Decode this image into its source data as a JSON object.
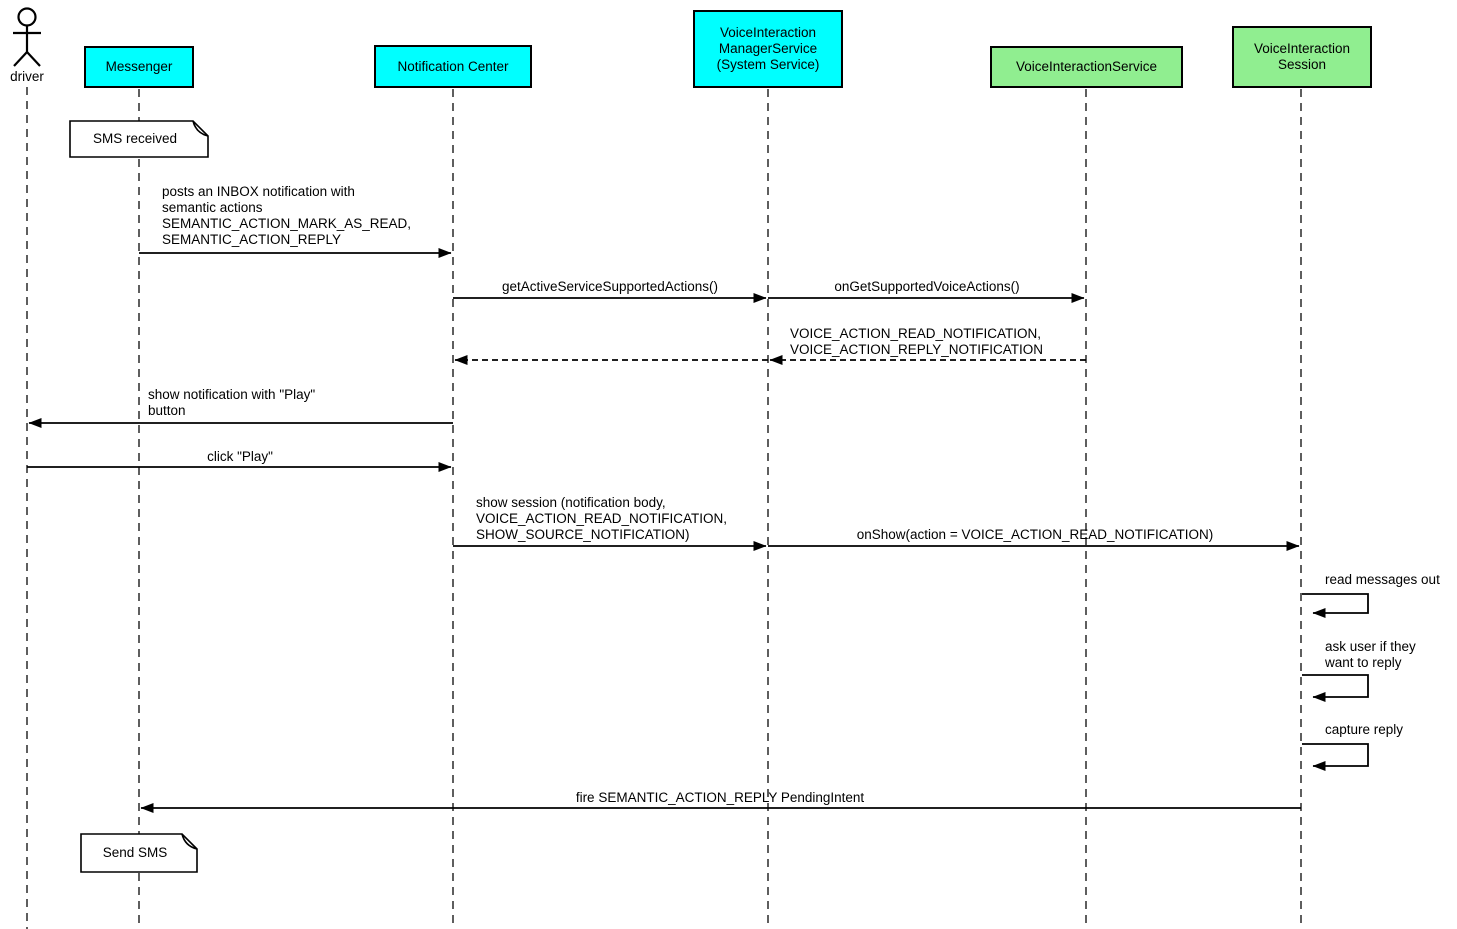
{
  "diagram": {
    "type": "uml-sequence-diagram",
    "colors": {
      "system_participant": "#00ffff",
      "service_participant": "#90ee90",
      "line": "#000000",
      "note_fill": "#ffffff"
    },
    "actor": {
      "label": "driver"
    },
    "participants": [
      {
        "id": "messenger",
        "label": "Messenger",
        "color": "#00ffff"
      },
      {
        "id": "notification-center",
        "label": "Notification Center",
        "color": "#00ffff"
      },
      {
        "id": "voice-interaction-manager-service",
        "label": "VoiceInteraction\nManagerService\n(System Service)",
        "color": "#00ffff"
      },
      {
        "id": "voice-interaction-service",
        "label": "VoiceInteractionService",
        "color": "#90ee90"
      },
      {
        "id": "voice-interaction-session",
        "label": "VoiceInteraction\nSession",
        "color": "#90ee90"
      }
    ],
    "notes": [
      {
        "attached_to": "Messenger",
        "text": "SMS received"
      },
      {
        "attached_to": "Messenger",
        "text": "Send SMS"
      }
    ],
    "messages": [
      {
        "from": "Messenger",
        "to": "Notification Center",
        "type": "solid",
        "label": "posts an INBOX notification with\nsemantic actions\nSEMANTIC_ACTION_MARK_AS_READ,\nSEMANTIC_ACTION_REPLY"
      },
      {
        "from": "Notification Center",
        "to": "VoiceInteractionManagerService",
        "type": "solid",
        "label": "getActiveServiceSupportedActions()"
      },
      {
        "from": "VoiceInteractionManagerService",
        "to": "VoiceInteractionService",
        "type": "solid",
        "label": "onGetSupportedVoiceActions()"
      },
      {
        "from": "VoiceInteractionService",
        "to": "VoiceInteractionManagerService",
        "type": "dashed",
        "label": "VOICE_ACTION_READ_NOTIFICATION,\nVOICE_ACTION_REPLY_NOTIFICATION"
      },
      {
        "from": "VoiceInteractionManagerService",
        "to": "Notification Center",
        "type": "dashed",
        "label": ""
      },
      {
        "from": "Notification Center",
        "to": "driver",
        "type": "solid",
        "label": "show notification with \"Play\"\nbutton"
      },
      {
        "from": "driver",
        "to": "Notification Center",
        "type": "solid",
        "label": "click \"Play\""
      },
      {
        "from": "Notification Center",
        "to": "VoiceInteractionManagerService",
        "type": "solid",
        "label": "show session (notification body,\nVOICE_ACTION_READ_NOTIFICATION,\nSHOW_SOURCE_NOTIFICATION)"
      },
      {
        "from": "VoiceInteractionManagerService",
        "to": "VoiceInteractionSession",
        "type": "solid",
        "label": "onShow(action = VOICE_ACTION_READ_NOTIFICATION)"
      },
      {
        "from": "VoiceInteractionSession",
        "to": "VoiceInteractionSession",
        "type": "self",
        "label": "read messages out"
      },
      {
        "from": "VoiceInteractionSession",
        "to": "VoiceInteractionSession",
        "type": "self",
        "label": "ask user if they\nwant to reply"
      },
      {
        "from": "VoiceInteractionSession",
        "to": "VoiceInteractionSession",
        "type": "self",
        "label": "capture reply"
      },
      {
        "from": "VoiceInteractionSession",
        "to": "Messenger",
        "type": "solid",
        "label": "fire SEMANTIC_ACTION_REPLY PendingIntent"
      }
    ]
  }
}
